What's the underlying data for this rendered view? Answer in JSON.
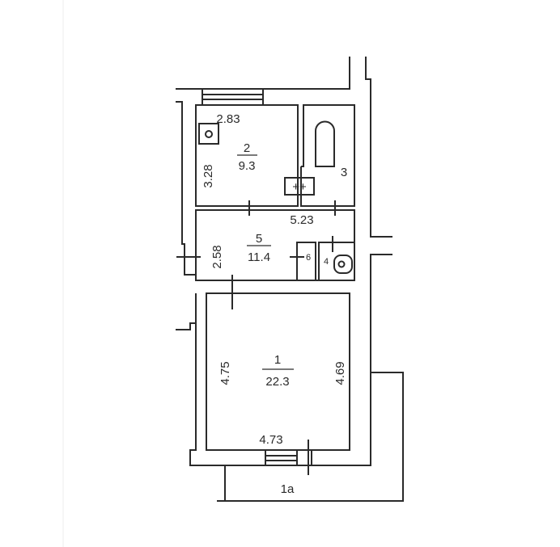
{
  "rooms": [
    {
      "number": "1",
      "area": "22.3",
      "dims": [
        "4.75",
        "4.69",
        "4.73"
      ]
    },
    {
      "number": "2",
      "area": "9.3",
      "dims": [
        "2.83",
        "3.28"
      ]
    },
    {
      "number": "3"
    },
    {
      "number": "4"
    },
    {
      "number": "5",
      "area": "11.4",
      "dims": [
        "5.23",
        "2.58"
      ]
    },
    {
      "number": "6"
    },
    {
      "number": "1a"
    }
  ]
}
